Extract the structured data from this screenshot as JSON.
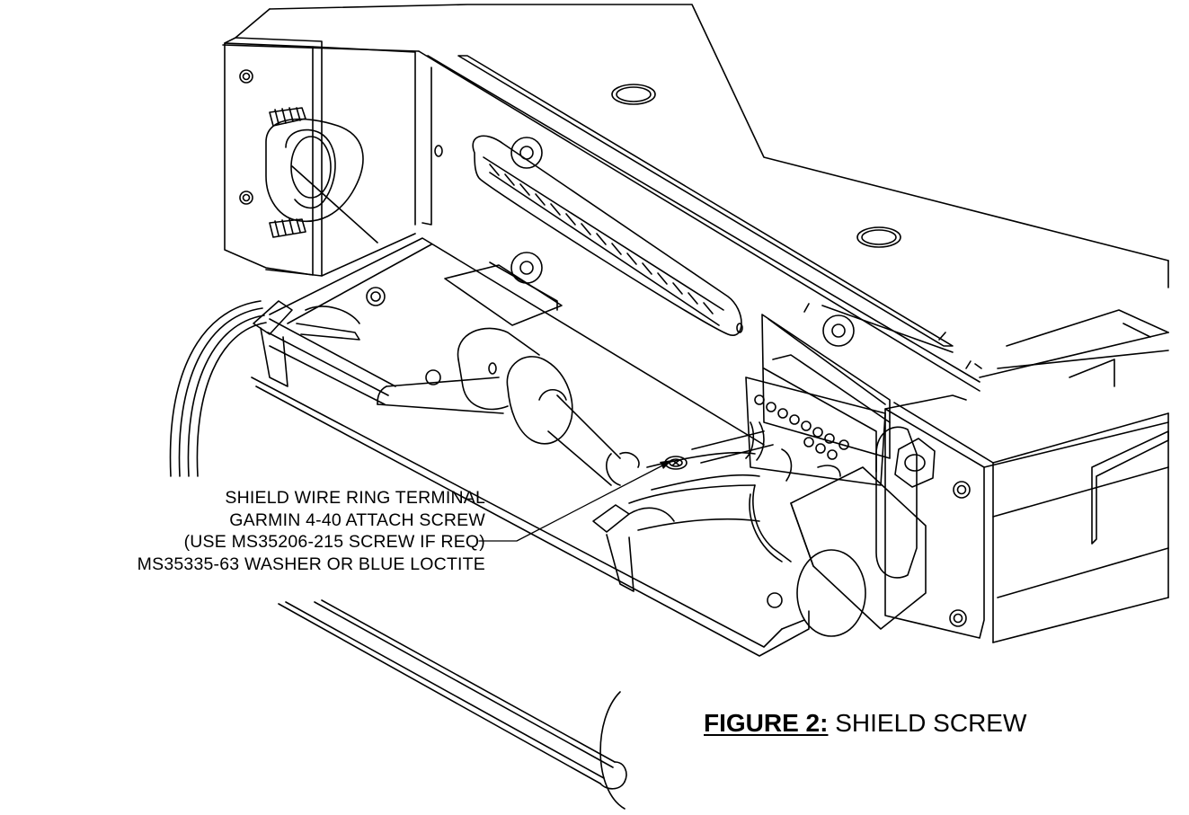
{
  "callout": {
    "lines": [
      "SHIELD WIRE RING TERMINAL",
      "GARMIN 4-40 ATTACH SCREW",
      "(USE MS35206-215 SCREW IF REQ)",
      "MS35335-63 WASHER OR BLUE LOCTITE"
    ]
  },
  "figure": {
    "label": "FIGURE 2:",
    "title": " SHIELD SCREW"
  },
  "colors": {
    "line": "#000000",
    "background": "#ffffff"
  }
}
